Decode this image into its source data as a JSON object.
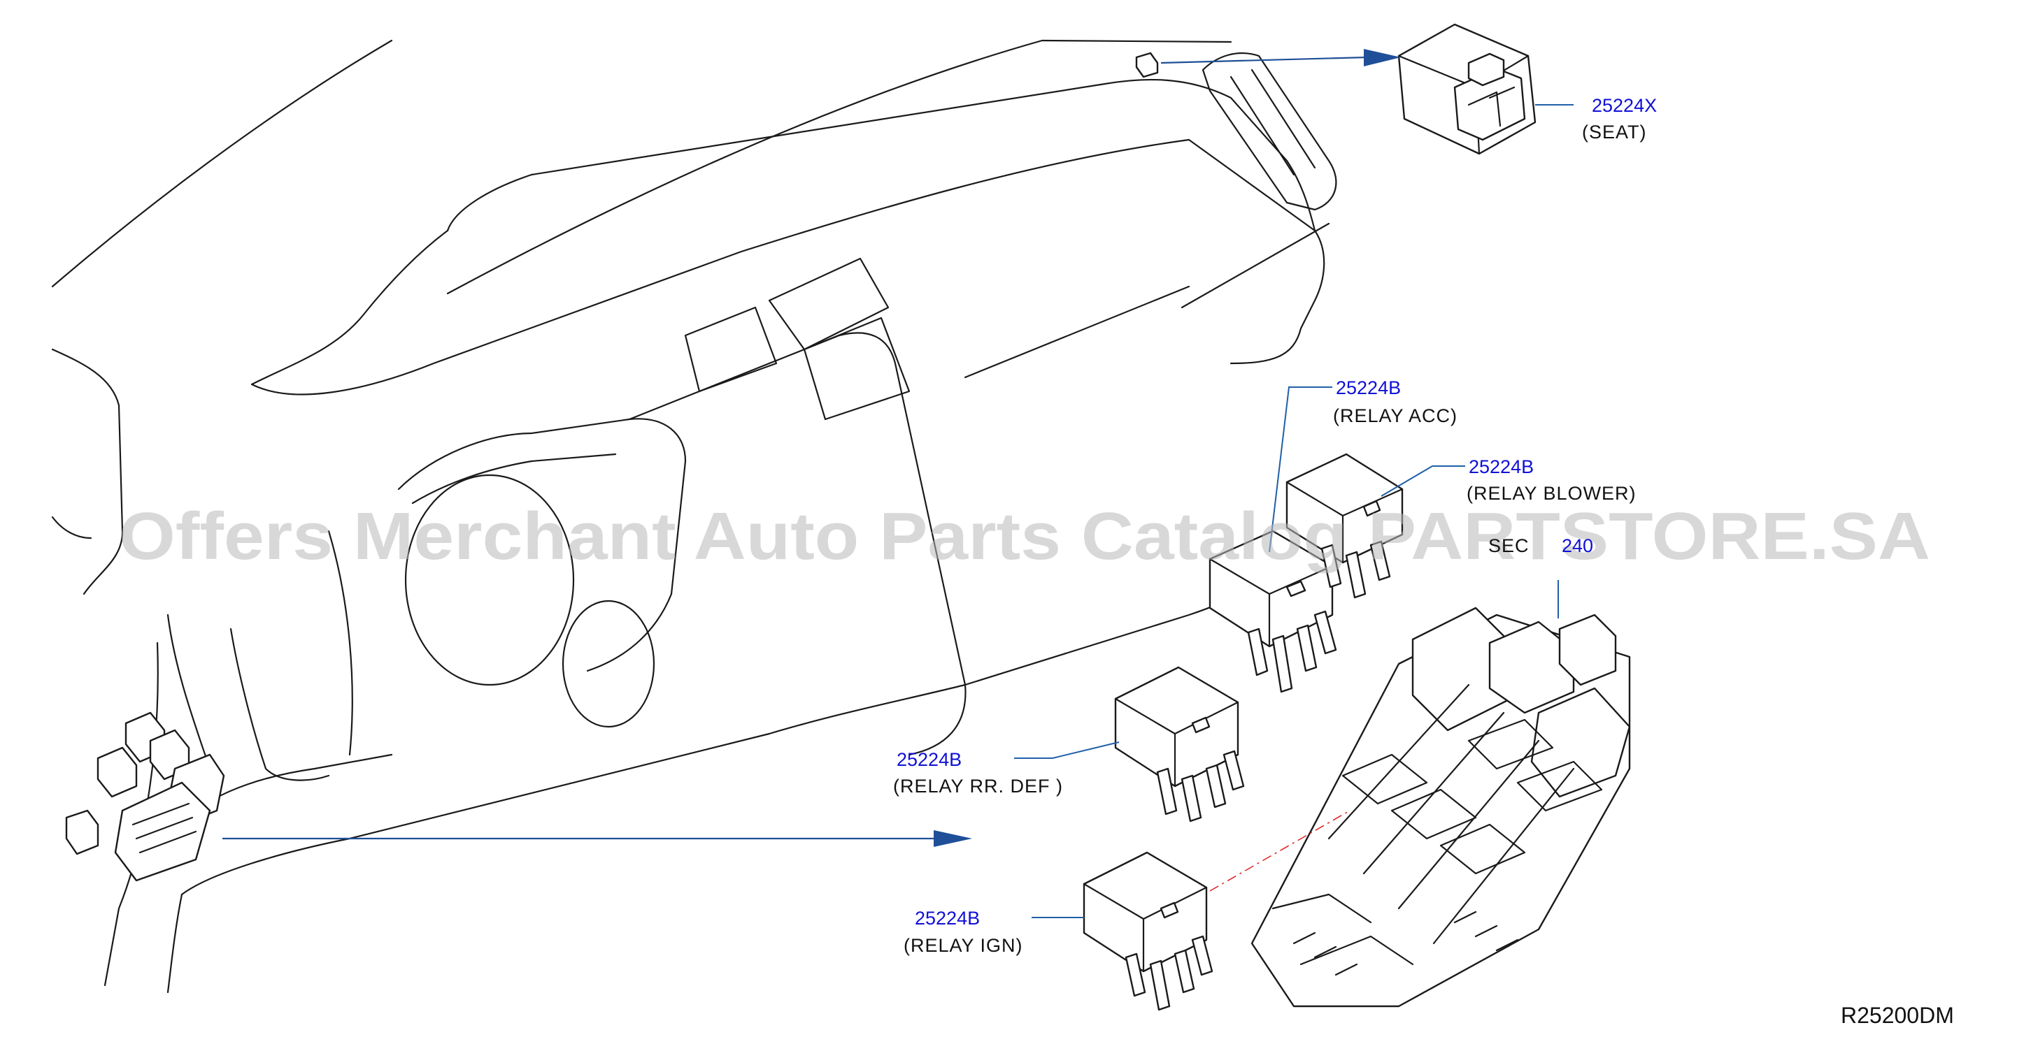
{
  "watermark": "Offers Merchant Auto Parts Catalog PARTSTORE.SA",
  "diagram_code": "R25200DM",
  "callouts": {
    "seat": {
      "part_no": "25224X",
      "desc": "(SEAT)"
    },
    "acc": {
      "part_no": "25224B",
      "desc": "(RELAY   ACC)"
    },
    "blower": {
      "part_no": "25224B",
      "desc": "(RELAY   BLOWER)"
    },
    "sec": {
      "prefix": "SEC",
      "num": "240"
    },
    "rrdef": {
      "part_no": "25224B",
      "desc": "(RELAY   RR.  DEF   )"
    },
    "ign": {
      "part_no": "25224B",
      "desc": "(RELAY   IGN)"
    }
  },
  "colors": {
    "part_number": "#1010d8",
    "leader": "#1f5fa8",
    "arrow": "#1f4f98",
    "line": "#1a1a1a"
  }
}
